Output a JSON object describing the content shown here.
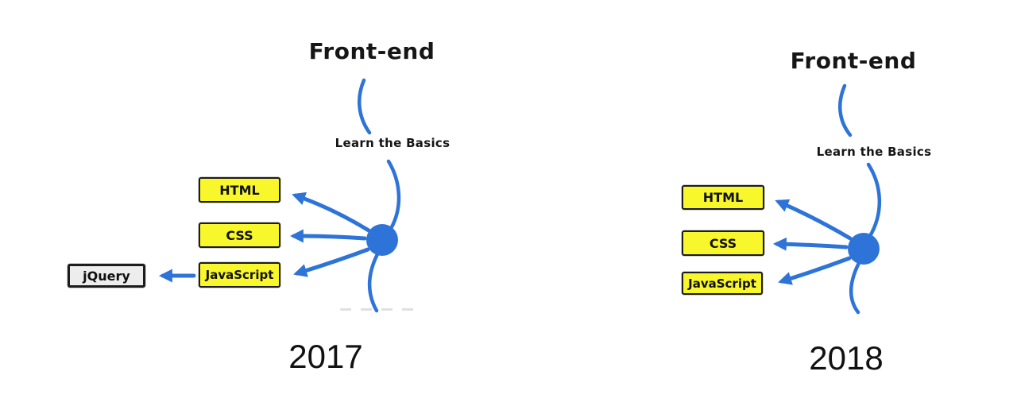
{
  "colors": {
    "line_blue": "#2E74D8",
    "box_yellow": "#F8F72B",
    "box_gray": "#EDEDED",
    "ink": "#161616"
  },
  "diagrams": [
    {
      "year": "2017",
      "title": "Front-end",
      "subtitle": "Learn the Basics",
      "basics": [
        "HTML",
        "CSS",
        "JavaScript"
      ],
      "legacy_topic": "jQuery"
    },
    {
      "year": "2018",
      "title": "Front-end",
      "subtitle": "Learn the Basics",
      "basics": [
        "HTML",
        "CSS",
        "JavaScript"
      ]
    }
  ]
}
